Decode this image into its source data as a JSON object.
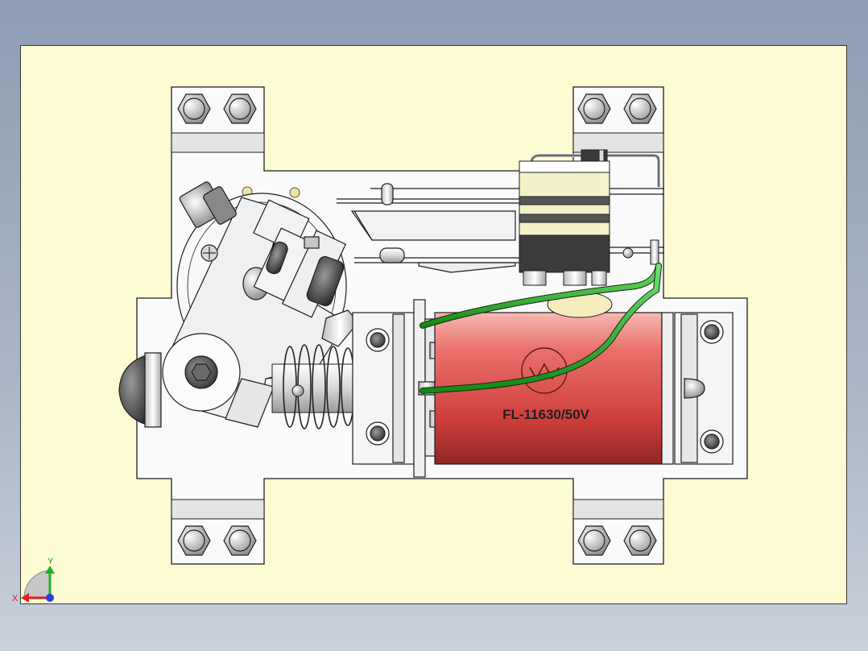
{
  "model": {
    "coil_label": "FL-11630/50V"
  },
  "triad": {
    "x_label": "X",
    "y_label": "Y"
  },
  "colors": {
    "background_top": "#8e9db2",
    "viewport": "#fdfbd2",
    "coil": "#e0534f",
    "wire": "#2db52d",
    "triad_x": "#e02020",
    "triad_y": "#20b020",
    "triad_z": "#2040e0"
  }
}
